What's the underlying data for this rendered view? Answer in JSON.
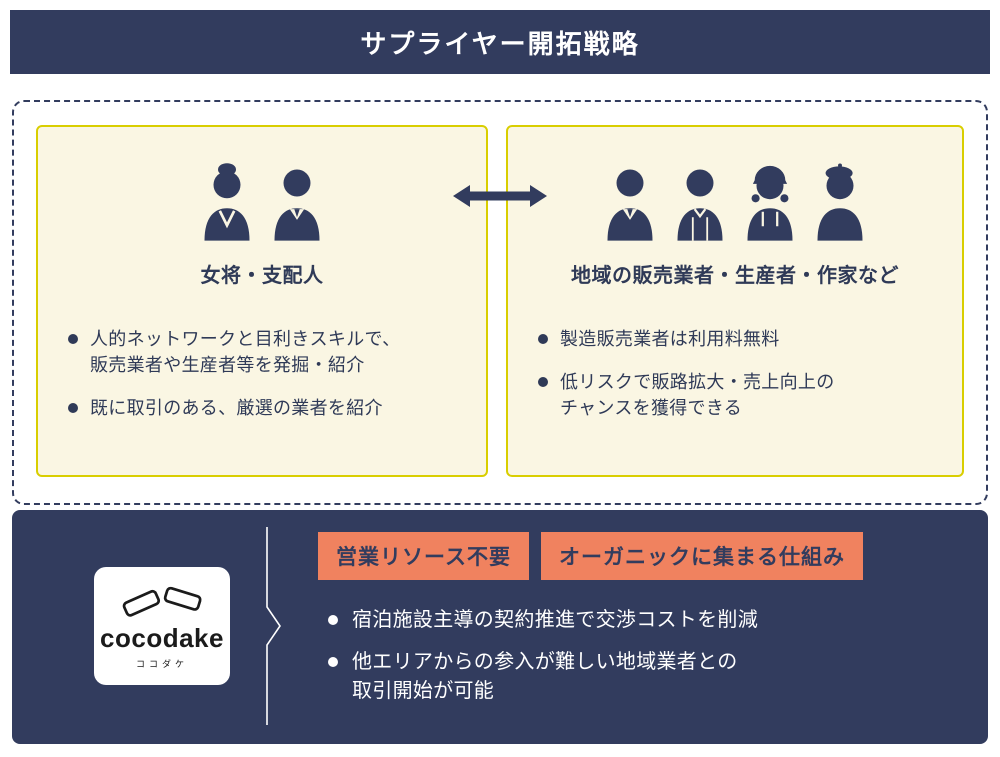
{
  "header": {
    "title": "サプライヤー開拓戦略"
  },
  "panel": {
    "arrow_icon": "bidirectional-arrow",
    "left_card": {
      "title": "女将・支配人",
      "icons": [
        "okami-woman-icon",
        "manager-man-icon"
      ],
      "bullets": [
        "人的ネットワークと目利きスキルで、\n販売業者や生産者等を発掘・紹介",
        "既に取引のある、厳選の業者を紹介"
      ]
    },
    "right_card": {
      "title": "地域の販売業者・生産者・作家など",
      "icons": [
        "businessman-icon",
        "staff-man-icon",
        "farmer-woman-icon",
        "artist-man-icon"
      ],
      "bullets": [
        "製造販売業者は利用料無料",
        "低リスクで販路拡大・売上向上の\nチャンスを獲得できる"
      ]
    }
  },
  "footer": {
    "logo": {
      "name": "cocodake",
      "subtext": "ココダケ",
      "mark_icon": "two-tilted-tags-icon"
    },
    "badges": [
      {
        "label": "営業リソース不要"
      },
      {
        "label": "オーガニックに集まる仕組み"
      }
    ],
    "bullets": [
      "宿泊施設主導の契約推進で交渉コストを削減",
      "他エリアからの参入が難しい地域業者との\n取引開始が可能"
    ]
  },
  "colors": {
    "navy": "#323c5e",
    "cream": "#faf6e3",
    "yellow_border": "#d9ce00",
    "coral": "#f0825f",
    "white": "#ffffff"
  }
}
